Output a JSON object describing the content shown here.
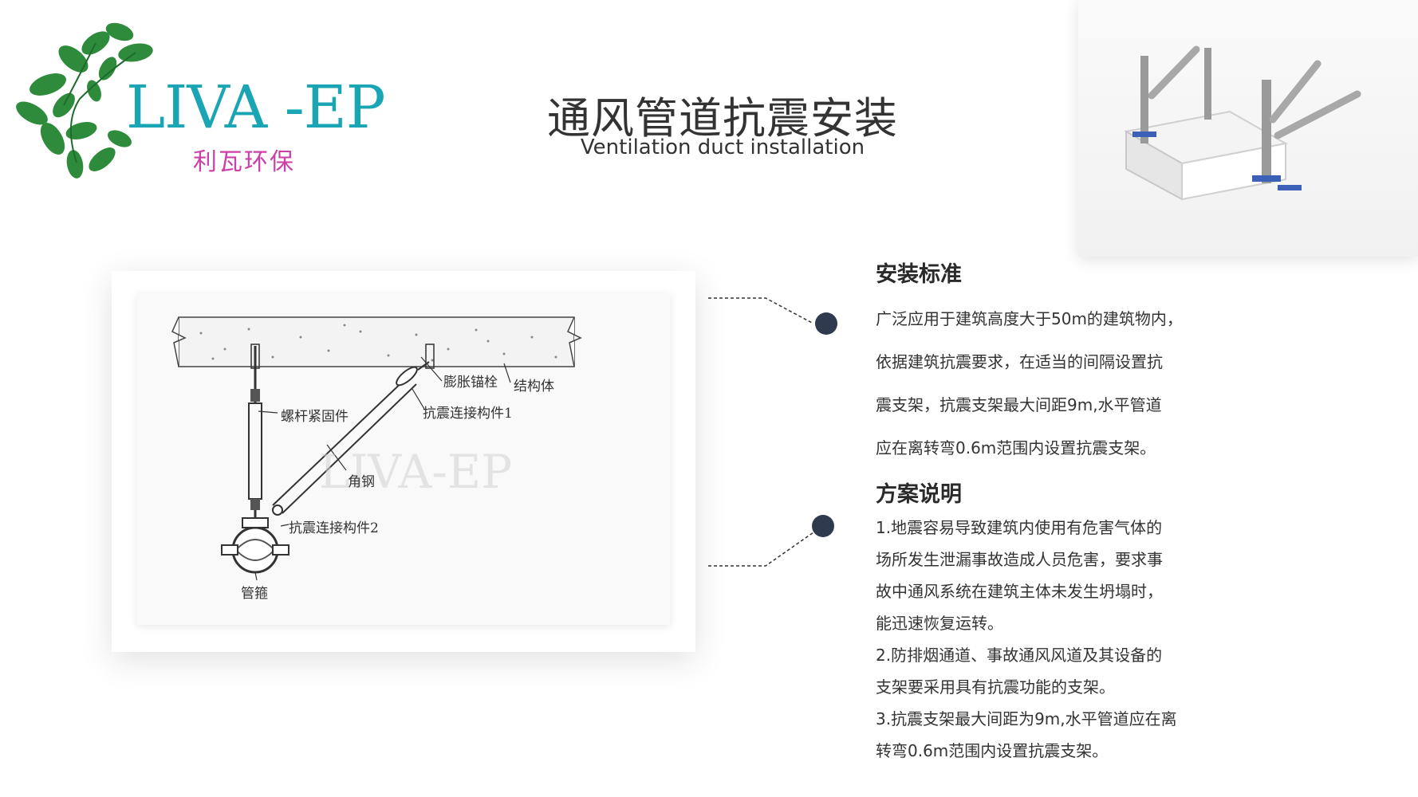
{
  "logo": {
    "text_en": "LIVA -EP",
    "text_cn": "利瓦环保",
    "icon": "leaf-cluster-icon",
    "colors": {
      "leaves": "#2e8b3c",
      "text_en": "#1aa5b4",
      "text_cn": "#cc3fa8"
    }
  },
  "header": {
    "title": "通风管道抗震安装",
    "subtitle": "Ventilation duct installation"
  },
  "product_image": {
    "icon": "duct-support-bracket-icon"
  },
  "diagram": {
    "labels": {
      "anchor": "膨胀锚栓",
      "structure": "结构体",
      "rod_fastener": "螺杆紧固件",
      "connector1": "抗震连接构件1",
      "angle_steel": "角钢",
      "connector2": "抗震连接构件2",
      "pipe_clamp": "管箍"
    }
  },
  "sections": [
    {
      "heading": "安装标准",
      "lines": [
        "广泛应用于建筑高度大于50m的建筑物内，",
        "依据建筑抗震要求，在适当的间隔设置抗",
        "震支架，抗震支架最大间距9m,水平管道",
        "应在离转弯0.6m范围内设置抗震支架。"
      ]
    },
    {
      "heading": "方案说明",
      "lines": [
        "1.地震容易导致建筑内使用有危害气体的",
        "场所发生泄漏事故造成人员危害，要求事",
        "故中通风系统在建筑主体未发生坍塌时，",
        "能迅速恢复运转。",
        "2.防排烟通道、事故通风风道及其设备的",
        "支架要采用具有抗震功能的支架。",
        "3.抗震支架最大间距为9m,水平管道应在离",
        "转弯0.6m范围内设置抗震支架。"
      ]
    }
  ],
  "colors": {
    "dot": "#2f3a4e",
    "connector_line": "#333333"
  }
}
